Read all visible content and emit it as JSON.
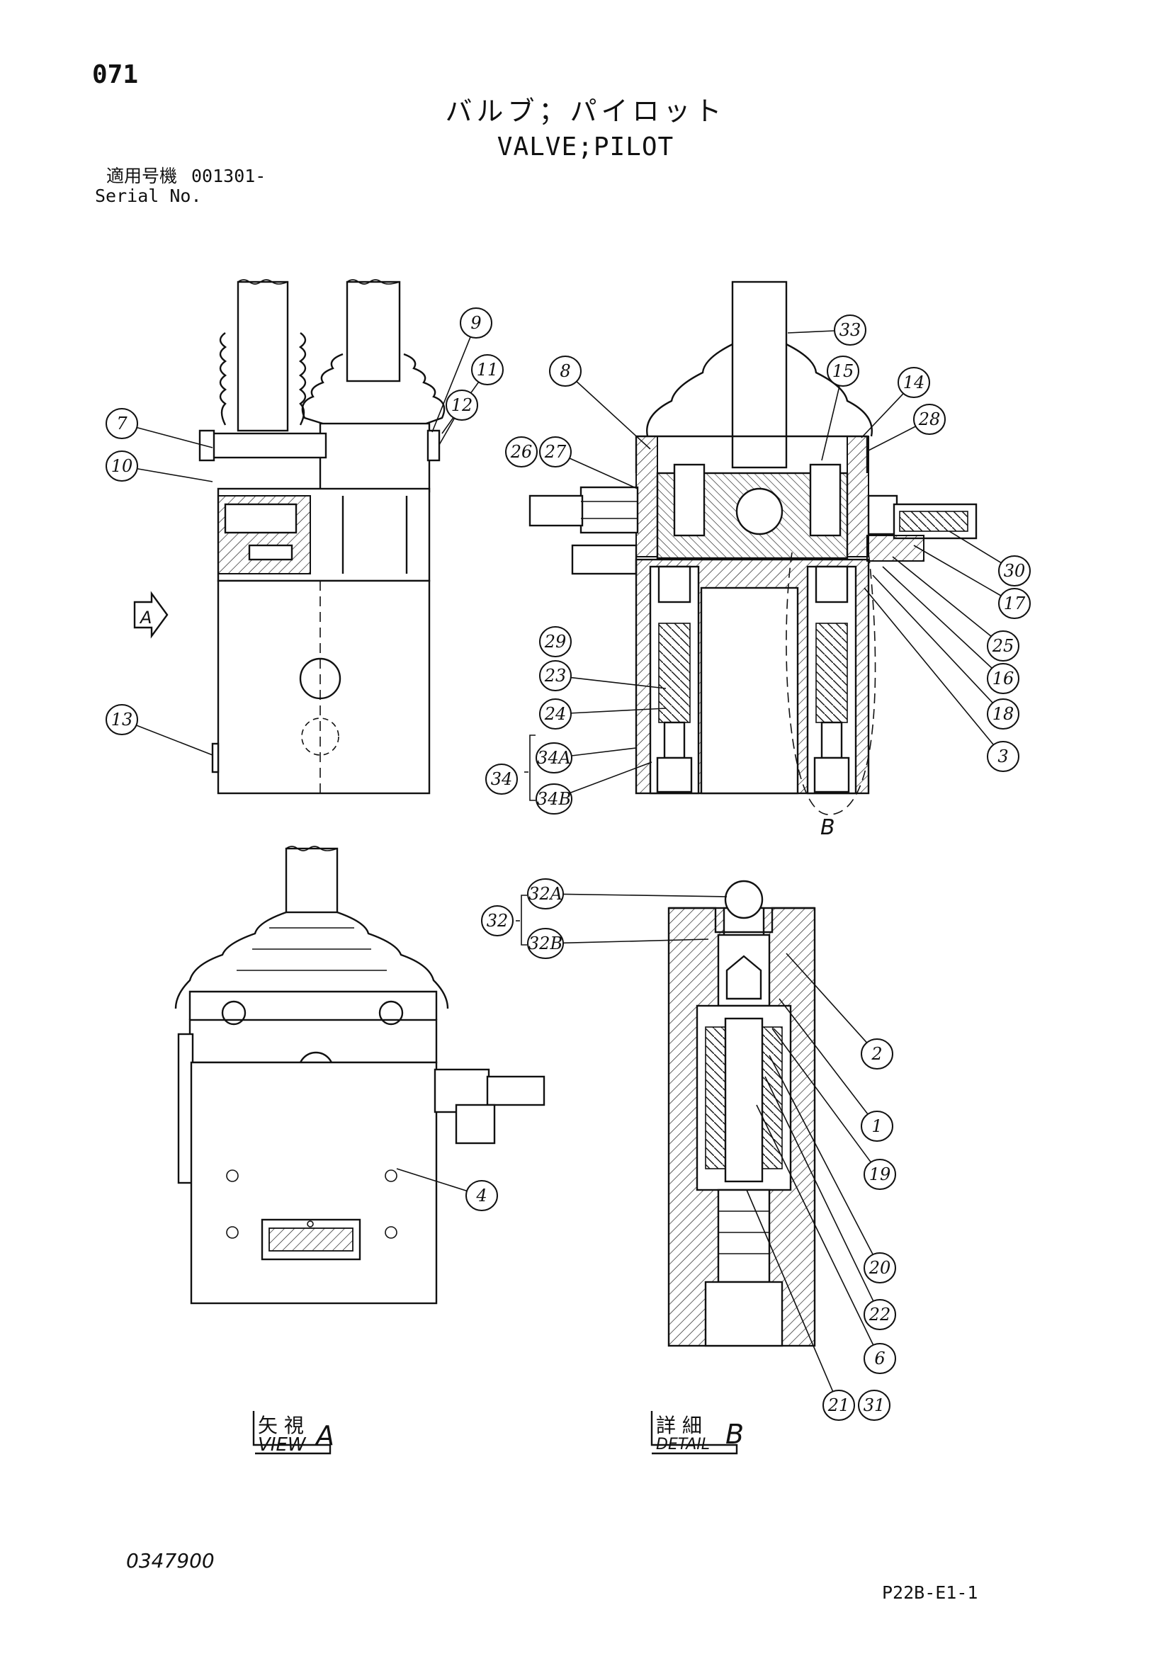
{
  "header": {
    "page_number": "071",
    "title_jp": "バルブ；パイロット",
    "title_en": "VALVE;PILOT",
    "serial_label_jp": "適用号機",
    "serial_label_en": "Serial No.",
    "serial_value": "001301-"
  },
  "views": {
    "view_a_label_jp": "矢 視",
    "view_a_label_en": "VIEW",
    "view_a_letter": "A",
    "detail_b_label_jp": "詳 細",
    "detail_b_label_en": "DETAIL",
    "detail_b_letter": "B",
    "arrow_a": "A",
    "section_b": "B"
  },
  "callouts": [
    {
      "id": "c9",
      "label": "9"
    },
    {
      "id": "c11",
      "label": "11"
    },
    {
      "id": "c12",
      "label": "12"
    },
    {
      "id": "c7",
      "label": "7"
    },
    {
      "id": "c10",
      "label": "10"
    },
    {
      "id": "c13",
      "label": "13"
    },
    {
      "id": "c33",
      "label": "33"
    },
    {
      "id": "c8",
      "label": "8"
    },
    {
      "id": "c15",
      "label": "15"
    },
    {
      "id": "c14",
      "label": "14"
    },
    {
      "id": "c28",
      "label": "28"
    },
    {
      "id": "c26",
      "label": "26"
    },
    {
      "id": "c27",
      "label": "27"
    },
    {
      "id": "c30",
      "label": "30"
    },
    {
      "id": "c17",
      "label": "17"
    },
    {
      "id": "c25",
      "label": "25"
    },
    {
      "id": "c16",
      "label": "16"
    },
    {
      "id": "c18",
      "label": "18"
    },
    {
      "id": "c3",
      "label": "3"
    },
    {
      "id": "c29",
      "label": "29"
    },
    {
      "id": "c23",
      "label": "23"
    },
    {
      "id": "c24",
      "label": "24"
    },
    {
      "id": "c34A",
      "label": "34A"
    },
    {
      "id": "c34",
      "label": "34"
    },
    {
      "id": "c34B",
      "label": "34B"
    },
    {
      "id": "c32A",
      "label": "32A"
    },
    {
      "id": "c32",
      "label": "32"
    },
    {
      "id": "c32B",
      "label": "32B"
    },
    {
      "id": "c2",
      "label": "2"
    },
    {
      "id": "c1",
      "label": "1"
    },
    {
      "id": "c19",
      "label": "19"
    },
    {
      "id": "c20",
      "label": "20"
    },
    {
      "id": "c22",
      "label": "22"
    },
    {
      "id": "c6",
      "label": "6"
    },
    {
      "id": "c21",
      "label": "21"
    },
    {
      "id": "c31",
      "label": "31"
    },
    {
      "id": "c4",
      "label": "4"
    }
  ],
  "footer": {
    "doc_number": "0347900",
    "page_code": "P22B-E1-1"
  }
}
